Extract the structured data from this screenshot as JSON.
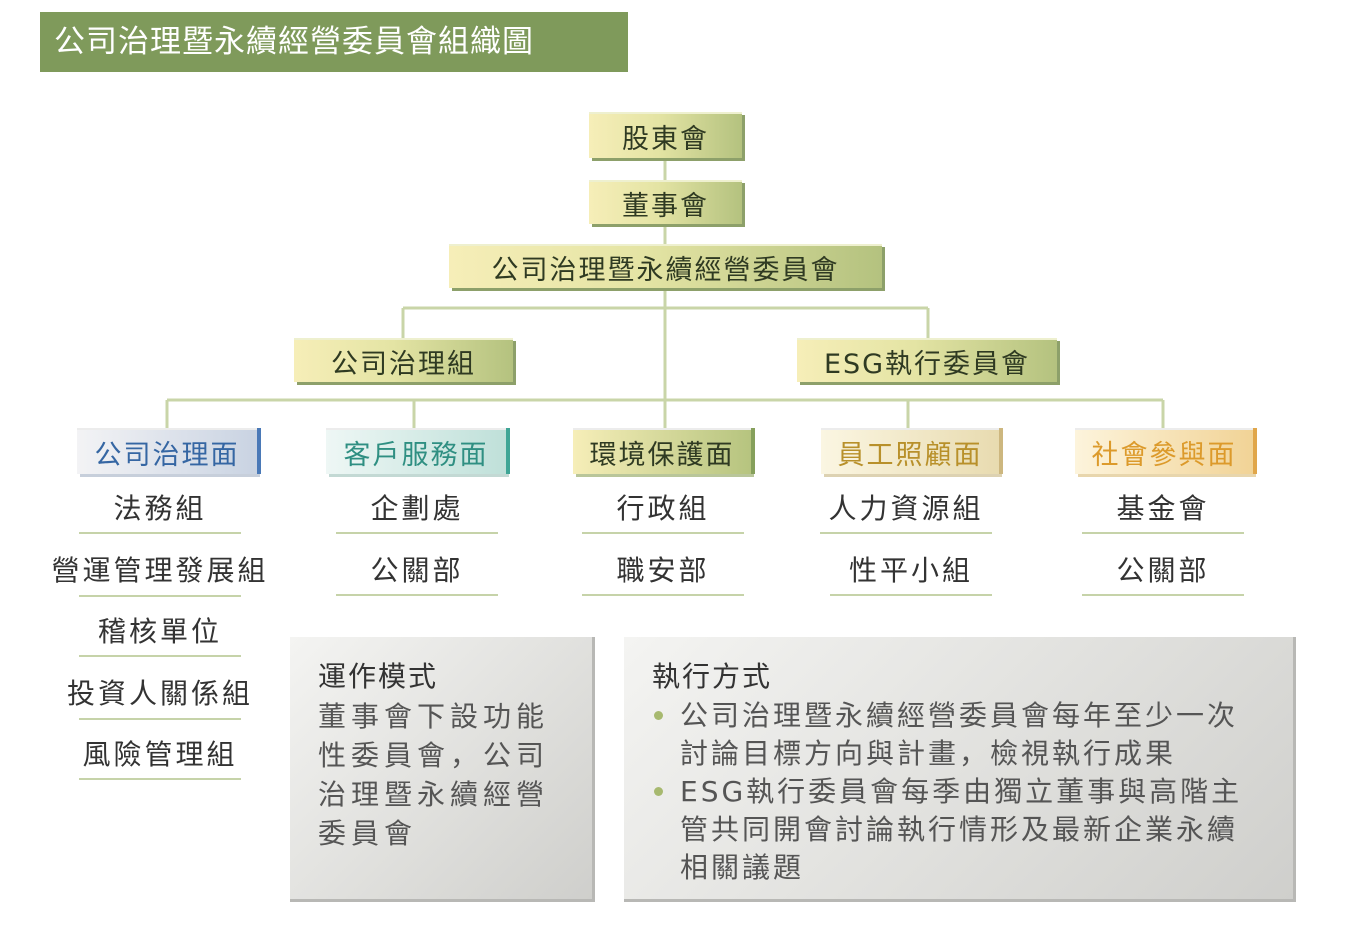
{
  "title": "公司治理暨永續經營委員會組織圖",
  "org": {
    "shareholders": "股東會",
    "board": "董事會",
    "committee": "公司治理暨永續經營委員會",
    "groups": [
      "公司治理組",
      "ESG執行委員會"
    ],
    "categories": [
      {
        "label": "公司治理面",
        "units": [
          "法務組",
          "營運管理發展組",
          "稽核單位",
          "投資人關係組",
          "風險管理組"
        ]
      },
      {
        "label": "客戶服務面",
        "units": [
          "企劃處",
          "公關部"
        ]
      },
      {
        "label": "環境保護面",
        "units": [
          "行政組",
          "職安部"
        ]
      },
      {
        "label": "員工照顧面",
        "units": [
          "人力資源組",
          "性平小組"
        ]
      },
      {
        "label": "社會參與面",
        "units": [
          "基金會",
          "公關部"
        ]
      }
    ]
  },
  "operation": {
    "title": "運作模式",
    "lines": [
      "董事會下設功能",
      "性委員會，公司",
      "治理暨永續經營",
      "委員會"
    ]
  },
  "execution": {
    "title": "執行方式",
    "bullets": [
      [
        "公司治理暨永續經營委員會每年至少一次",
        "討論目標方向與計畫，檢視執行成果"
      ],
      [
        "ESG執行委員會每季由獨立董事與高階主",
        "管共同開會討論執行情形及最新企業永續",
        "相關議題"
      ]
    ]
  },
  "colors": {
    "title_bg": "#7f9a5b",
    "connector": "#c9d5a8",
    "governance": "#3566a3",
    "service": "#2f8f82",
    "environment": "#2f3a22",
    "employee": "#b8902a",
    "social": "#dc9a2b"
  }
}
